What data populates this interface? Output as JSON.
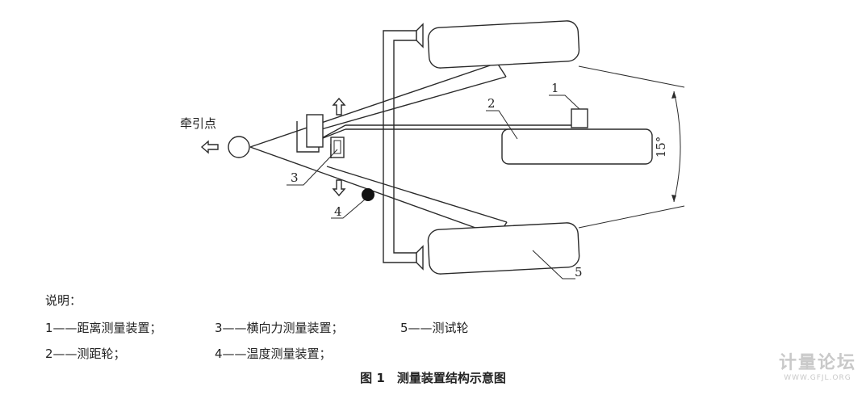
{
  "diagram": {
    "pull_point_label": "牵引点",
    "angle_label": "15°",
    "callouts": [
      "1",
      "2",
      "3",
      "4",
      "5"
    ]
  },
  "legend": {
    "title": "说明：",
    "items": [
      "1——距离测量装置；",
      "3——横向力测量装置；",
      "5——测试轮",
      "2——测距轮；",
      "4——温度测量装置；"
    ]
  },
  "caption": "图 1　测量装置结构示意图",
  "watermark": {
    "main": "计量论坛",
    "url": "WWW.GFJL.ORG"
  }
}
